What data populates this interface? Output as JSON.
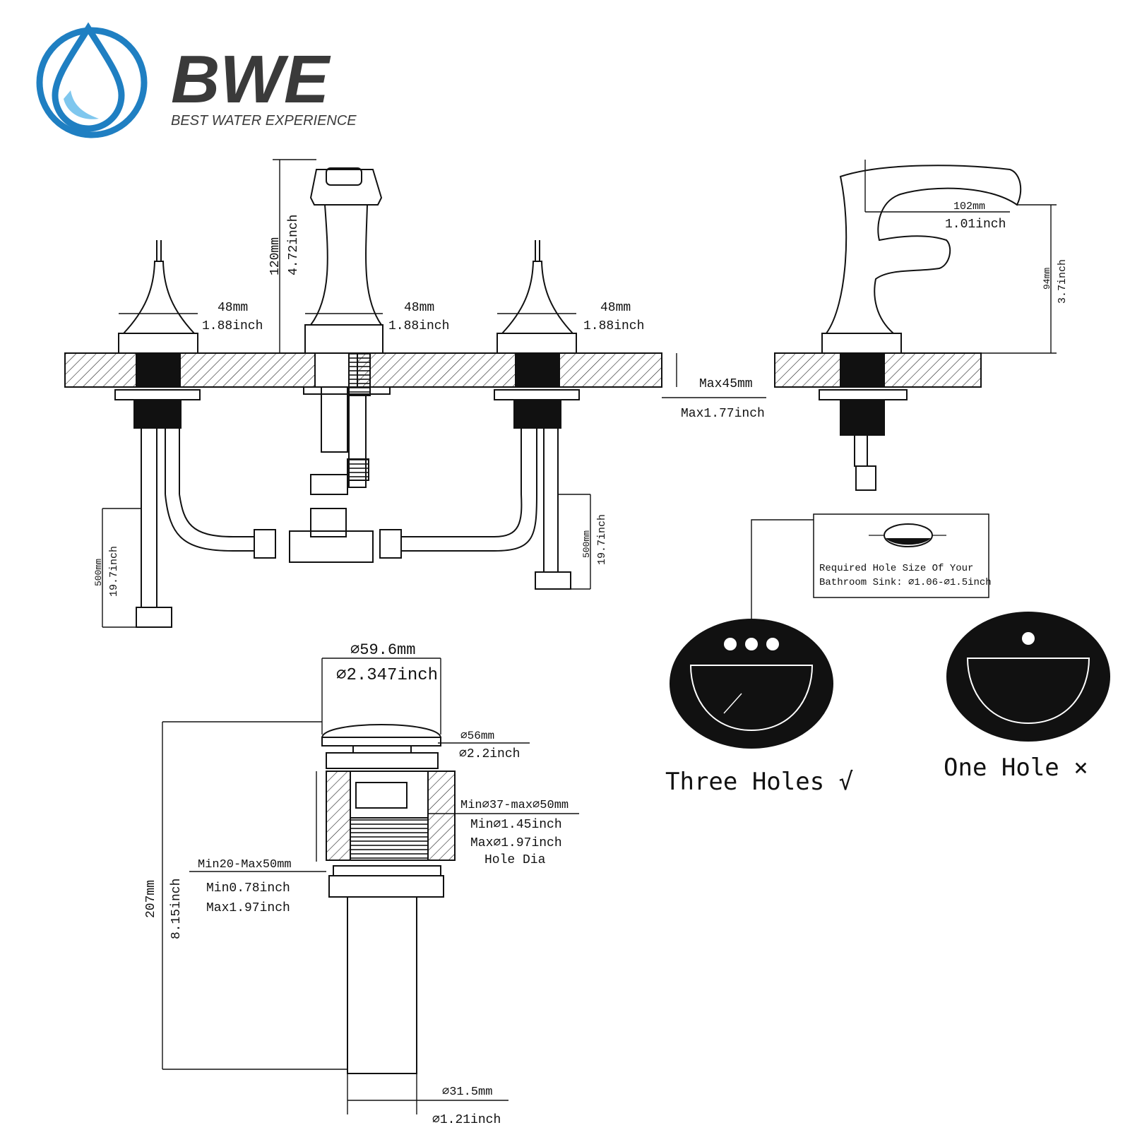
{
  "logo": {
    "name": "BWE",
    "tagline": "BEST WATER EXPERIENCE"
  },
  "faucet_front": {
    "handle_left_width": {
      "mm": "48mm",
      "inch": "1.88inch"
    },
    "spout_width": {
      "mm": "48mm",
      "inch": "1.88inch"
    },
    "handle_right_width": {
      "mm": "48mm",
      "inch": "1.88inch"
    },
    "spout_height": {
      "mm": "120mm",
      "inch": "4.72inch"
    },
    "deck_thickness": {
      "mm": "Max45mm",
      "inch": "Max1.77inch"
    },
    "hose_left": {
      "mm": "500mm",
      "inch": "19.7inch"
    },
    "hose_right": {
      "mm": "500mm",
      "inch": "19.7inch"
    }
  },
  "faucet_side": {
    "reach": {
      "mm": "102mm",
      "inch": "1.01inch"
    },
    "height": {
      "mm": "94mm",
      "inch": "3.7inch"
    }
  },
  "hole_note": {
    "line1": "Required Hole Size Of Your",
    "line2": "Bathroom Sink: ⌀1.06-⌀1.5inch"
  },
  "sinks": {
    "three": "Three Holes √",
    "one": "One Hole ×"
  },
  "drain": {
    "cap_dia": {
      "mm": "⌀59.6mm",
      "inch": "⌀2.347inch"
    },
    "flange_dia": {
      "mm": "⌀56mm",
      "inch": "⌀2.2inch"
    },
    "hole_dia": {
      "mm": "Min⌀37-max⌀50mm",
      "inch_min": "Min⌀1.45inch",
      "inch_max": "Max⌀1.97inch",
      "label": "Hole Dia"
    },
    "thickness": {
      "mm": "Min20-Max50mm",
      "inch_min": "Min0.78inch",
      "inch_max": "Max1.97inch"
    },
    "height": {
      "mm": "207mm",
      "inch": "8.15inch"
    },
    "tail_dia": {
      "mm": "⌀31.5mm",
      "inch": "⌀1.21inch"
    }
  },
  "colors": {
    "logo_blue": "#1f7fc2",
    "logo_light": "#7fc7ee",
    "ink": "#111111"
  }
}
